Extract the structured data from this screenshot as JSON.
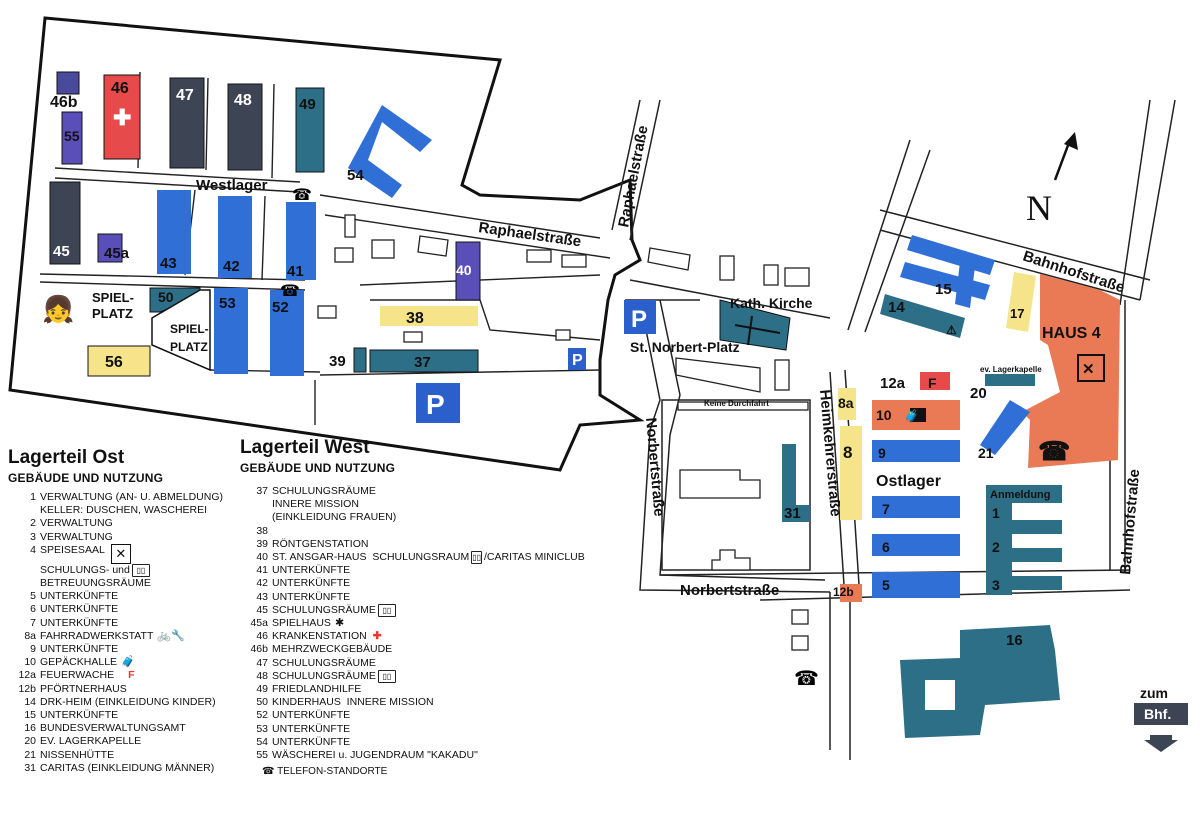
{
  "colors": {
    "blue": "#2f6fd6",
    "teal": "#2d6f86",
    "dark": "#3d4555",
    "red": "#e64a4a",
    "orange": "#e97a55",
    "purple": "#5a4fb8",
    "yellow": "#f5e48a",
    "parking": "#2a5fcc",
    "outline": "#111111"
  },
  "map": {
    "westlager": "Westlager",
    "ostlager": "Ostlager",
    "haus4": "HAUS 4",
    "anmeldung": "Anmeldung",
    "kath_kirche": "Kath. Kirche",
    "norbert_platz": "St. Norbert-Platz",
    "keine_durchfahrt": "Keine Durchfahrt",
    "lagerkapelle": "ev. Lagerkapelle",
    "spielplatz1_a": "SPIEL-",
    "spielplatz1_b": "PLATZ",
    "spielplatz2_a": "SPIEL-",
    "spielplatz2_b": "PLATZ",
    "north": "N",
    "zum": "zum",
    "bhf": "Bhf.",
    "parking": "P",
    "streets": {
      "raphael_h": "Raphaelstraße",
      "raphael_v": "Raphaelstraße",
      "bahnhof_h": "Bahnhofstraße",
      "bahnhof_v": "Bahnhofstraße",
      "norbert_h": "Norbertstraße",
      "norbert_v": "Norbertstraße",
      "heimkehrer": "Heimkehrerstraße"
    },
    "buildings": {
      "b46b": "46b",
      "b46": "46",
      "b47": "47",
      "b48": "48",
      "b49": "49",
      "b55": "55",
      "b54": "54",
      "b45": "45",
      "b45a": "45a",
      "b43": "43",
      "b42": "42",
      "b41": "41",
      "b40": "40",
      "b50": "50",
      "b53": "53",
      "b52": "52",
      "b38": "38",
      "b39": "39",
      "b37": "37",
      "b56": "56",
      "b15": "15",
      "b14": "14",
      "b17": "17",
      "b12a": "12a",
      "b12aF": "F",
      "b10": "10",
      "b8a": "8a",
      "b8": "8",
      "b9": "9",
      "b7": "7",
      "b6": "6",
      "b5": "5",
      "b12b": "12b",
      "b20": "20",
      "b21": "21",
      "b1": "1",
      "b2": "2",
      "b3": "3",
      "b16": "16",
      "b31": "31"
    }
  },
  "legend_ost": {
    "title": "Lagerteil Ost",
    "subtitle": "GEBÄUDE UND NUTZUNG",
    "items": [
      {
        "n": "1",
        "t": "VERWALTUNG (AN- U. ABMELDUNG)"
      },
      {
        "n": "",
        "t": "KELLER: DUSCHEN, WASCHEREI"
      },
      {
        "n": "2",
        "t": "VERWALTUNG"
      },
      {
        "n": "3",
        "t": "VERWALTUNG"
      },
      {
        "n": "4",
        "t": "SPEISESAAL"
      },
      {
        "n": "",
        "t": "SCHULUNGS- und"
      },
      {
        "n": "",
        "t": "BETREUUNGSRÄUME"
      },
      {
        "n": "5",
        "t": "UNTERKÜNFTE"
      },
      {
        "n": "6",
        "t": "UNTERKÜNFTE"
      },
      {
        "n": "7",
        "t": "UNTERKÜNFTE"
      },
      {
        "n": "8a",
        "t": "FAHRRADWERKSTATT"
      },
      {
        "n": "9",
        "t": "UNTERKÜNFTE"
      },
      {
        "n": "10",
        "t": "GEPÄCKHALLE"
      },
      {
        "n": "12a",
        "t": "FEUERWACHE"
      },
      {
        "n": "12b",
        "t": "PFÖRTNERHAUS"
      },
      {
        "n": "14",
        "t": "DRK-HEIM (EINKLEIDUNG KINDER)"
      },
      {
        "n": "15",
        "t": "UNTERKÜNFTE"
      },
      {
        "n": "16",
        "t": "BUNDESVERWALTUNGSAMT"
      },
      {
        "n": "20",
        "t": "EV. LAGERKAPELLE"
      },
      {
        "n": "21",
        "t": "NISSENHÜTTE"
      },
      {
        "n": "31",
        "t": "CARITAS (EINKLEIDUNG MÄNNER)"
      }
    ]
  },
  "legend_west": {
    "title": "Lagerteil West",
    "subtitle": "GEBÄUDE UND NUTZUNG",
    "items": [
      {
        "n": "37",
        "t": "SCHULUNGSRÄUME"
      },
      {
        "n": "",
        "t": "INNERE MISSION"
      },
      {
        "n": "",
        "t": "(EINKLEIDUNG FRAUEN)"
      },
      {
        "n": "38",
        "t": ""
      },
      {
        "n": "39",
        "t": "RÖNTGENSTATION"
      },
      {
        "n": "40",
        "t": "ST. ANSGAR-HAUS  SCHULUNGSRAUM"
      },
      {
        "n": "41",
        "t": "UNTERKÜNFTE"
      },
      {
        "n": "42",
        "t": "UNTERKÜNFTE"
      },
      {
        "n": "43",
        "t": "UNTERKÜNFTE"
      },
      {
        "n": "45",
        "t": "SCHULUNGSRÄUME"
      },
      {
        "n": "45a",
        "t": "SPIELHAUS"
      },
      {
        "n": "46",
        "t": "KRANKENSTATION"
      },
      {
        "n": "46b",
        "t": "MEHRZWECKGEBÄUDE"
      },
      {
        "n": "47",
        "t": "SCHULUNGSRÄUME"
      },
      {
        "n": "48",
        "t": "SCHULUNGSRÄUME"
      },
      {
        "n": "49",
        "t": "FRIEDLANDHILFE"
      },
      {
        "n": "50",
        "t": "KINDERHAUS  INNERE MISSION"
      },
      {
        "n": "52",
        "t": "UNTERKÜNFTE"
      },
      {
        "n": "53",
        "t": "UNTERKÜNFTE"
      },
      {
        "n": "54",
        "t": "UNTERKÜNFTE"
      },
      {
        "n": "55",
        "t": "WÄSCHEREI u. JUGENDRAUM \"KAKADU\""
      }
    ],
    "caritas": "/CARITAS MINICLUB",
    "telefon": "TELEFON-STANDORTE"
  }
}
